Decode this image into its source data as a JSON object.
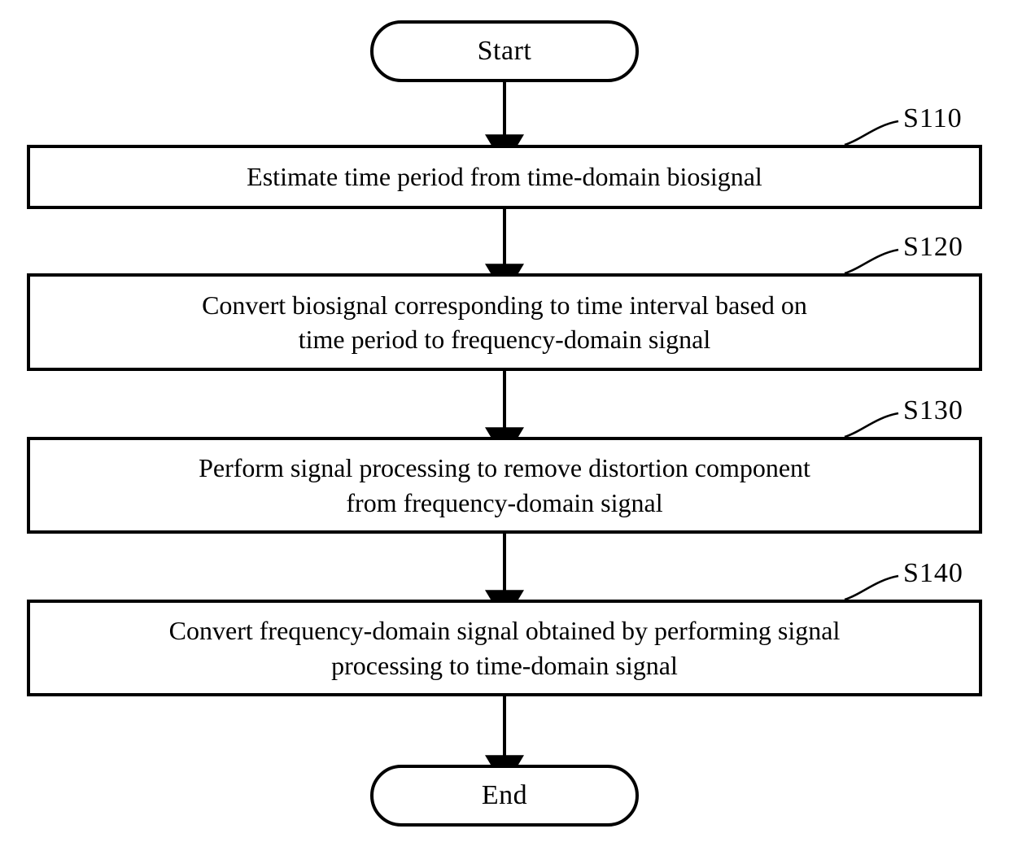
{
  "diagram": {
    "type": "flowchart",
    "orientation": "vertical",
    "background_color": "#ffffff",
    "line_color": "#000000",
    "start": {
      "label": "Start"
    },
    "end": {
      "label": "End"
    },
    "steps": [
      {
        "ref": "S110",
        "text": "Estimate time period from time-domain biosignal"
      },
      {
        "ref": "S120",
        "text": "Convert biosignal corresponding to time interval based on\ntime period to frequency-domain signal"
      },
      {
        "ref": "S130",
        "text": "Perform signal processing to remove distortion component\nfrom frequency-domain signal"
      },
      {
        "ref": "S140",
        "text": "Convert frequency-domain signal obtained by performing signal\nprocessing to time-domain signal"
      }
    ]
  }
}
